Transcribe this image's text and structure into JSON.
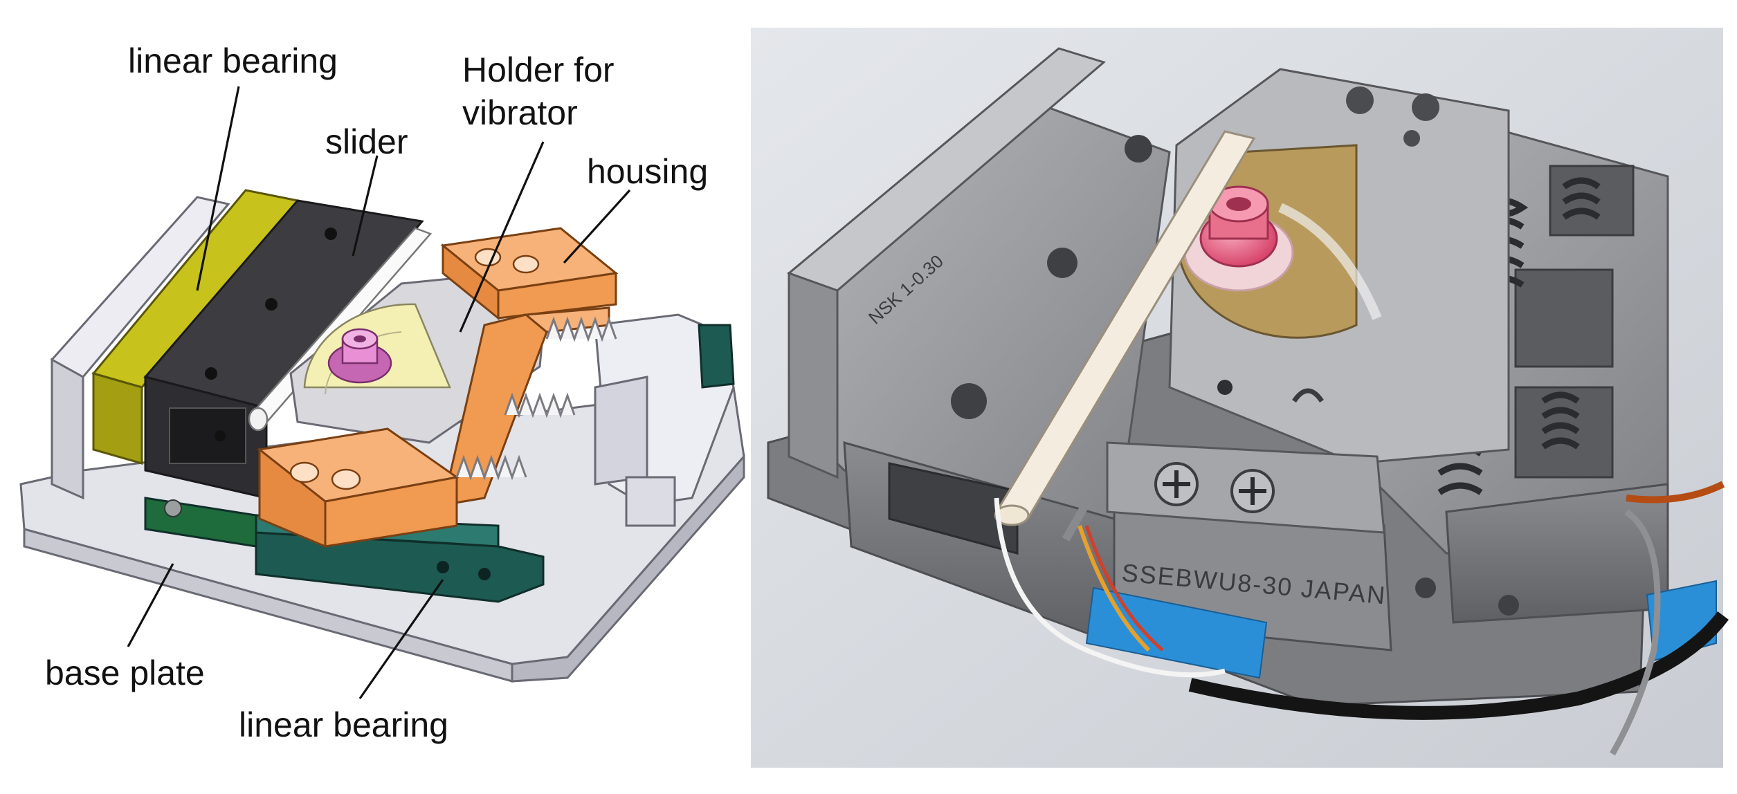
{
  "cad_model": {
    "labels": {
      "linear_bearing_top": "linear bearing",
      "slider": "slider",
      "holder_line1": "Holder for",
      "holder_line2": "vibrator",
      "housing": "housing",
      "base_plate": "base plate",
      "linear_bearing_bottom": "linear bearing"
    },
    "colors": {
      "base_plate": "#e3e3ea",
      "linear_bearing_top": "#c8c21c",
      "slider": "#3d3c40",
      "housing": "#f5a25c",
      "holder": "#d8d8dd",
      "linear_bearing_bottom": "#1d5a52",
      "vibrator": "#e98fd6",
      "vibrator_disc": "#f4f0b4"
    }
  },
  "photo": {
    "engravings": {
      "bearing_front": "SSEBWU8-30 JAPAN",
      "bearing_side": "NSK 1-0.30"
    },
    "colors": {
      "metal": "#9c9ea2",
      "cap": "#e8708c",
      "tape": "#2b8fd8",
      "background": "#d6d9de"
    }
  }
}
